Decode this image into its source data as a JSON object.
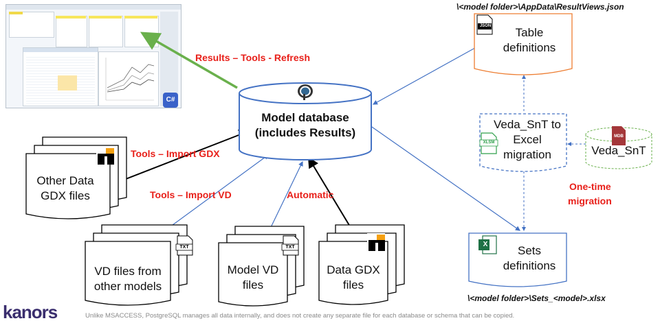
{
  "labels": {
    "results_refresh": "Results – Tools - Refresh",
    "import_gdx": "Tools – Import GDX",
    "import_vd": "Tools – Import VD",
    "automatic": "Automatic",
    "one_time_line1": "One-time",
    "one_time_line2": "migration"
  },
  "database": {
    "line1": "Model database",
    "line2": "(includes Results)"
  },
  "documents": {
    "other_gdx": {
      "line1": "Other Data",
      "line2": "GDX files"
    },
    "vd_other": {
      "line1": "VD files from",
      "line2": "other models"
    },
    "model_vd": {
      "line1": "Model VD",
      "line2": "files"
    },
    "data_gdx": {
      "line1": "Data GDX",
      "line2": "files"
    },
    "table_defs": {
      "line1": "Table",
      "line2": "definitions"
    },
    "migration": {
      "line1": "Veda_SnT to",
      "line2": "Excel",
      "line3": "migration"
    },
    "sets_defs": {
      "line1": "Sets",
      "line2": "definitions"
    }
  },
  "veda_snt": {
    "label": "Veda_SnT",
    "badge": "MDB"
  },
  "paths": {
    "json": "\\<model folder>\\AppData\\ResultViews.json",
    "xlsx": "\\<model folder>\\Sets_<model>.xlsx"
  },
  "icon_text": {
    "json": "JSON",
    "txt": "TXT",
    "xlsm": "XLSM",
    "cs": "C#"
  },
  "brand": "kanors",
  "footer": "Unlike MSACCESS, PostgreSQL manages all data internally, and does not create any separate file for each database or schema that can be copied.",
  "colors": {
    "red": "#e8201a",
    "green": "#6ab04c",
    "blue": "#4472c4",
    "orange": "#ed7d31",
    "purple_bg": "#3a2e6e"
  }
}
